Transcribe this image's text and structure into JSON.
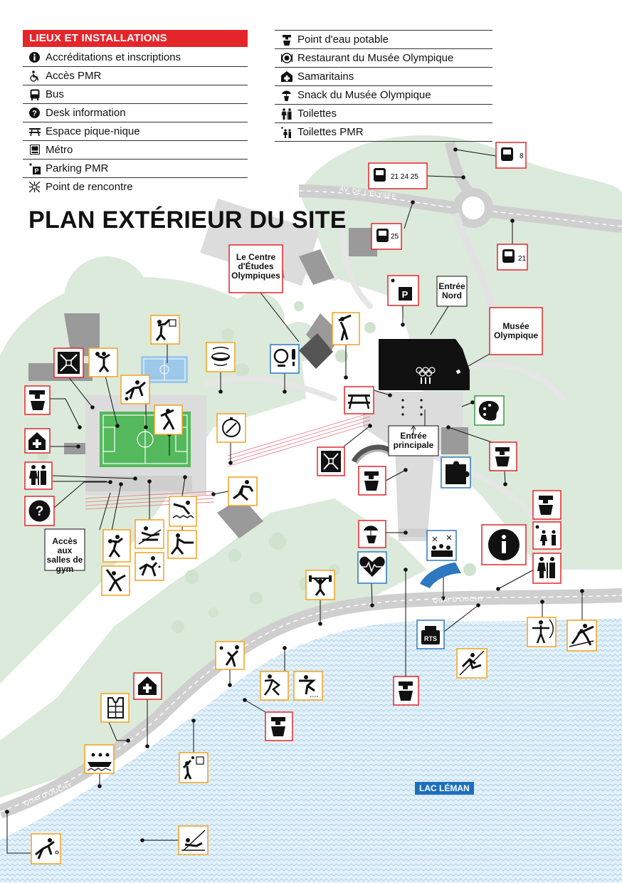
{
  "title": "PLAN EXTÉRIEUR DU SITE",
  "legend": {
    "header": "LIEUX ET INSTALLATIONS",
    "left": [
      {
        "icon": "info-icon",
        "label": "Accréditations et inscriptions"
      },
      {
        "icon": "wheelchair-icon",
        "label": "Accès PMR"
      },
      {
        "icon": "bus-icon",
        "label": "Bus"
      },
      {
        "icon": "question-icon",
        "label": "Desk information"
      },
      {
        "icon": "picnic-table-icon",
        "label": "Espace pique-nique"
      },
      {
        "icon": "metro-icon",
        "label": "Métro"
      },
      {
        "icon": "parking-pmr-icon",
        "label": "Parking PMR"
      },
      {
        "icon": "meeting-point-icon",
        "label": "Point de rencontre"
      }
    ],
    "right": [
      {
        "icon": "water-tap-icon",
        "label": "Point d'eau potable"
      },
      {
        "icon": "restaurant-icon",
        "label": "Restaurant du Musée Olympique"
      },
      {
        "icon": "first-aid-icon",
        "label": "Samaritains"
      },
      {
        "icon": "snack-icon",
        "label": "Snack du Musée Olympique"
      },
      {
        "icon": "toilets-icon",
        "label": "Toilettes"
      },
      {
        "icon": "toilets-pmr-icon",
        "label": "Toilettes PMR"
      }
    ]
  },
  "map": {
    "labels": {
      "centre_etudes": "Le Centre d'Études Olympiques",
      "entree_nord": "Entrée Nord",
      "musee": "Musée Olympique",
      "entree_principale": "Entrée principale",
      "acces_salles": "Accès aux salles de gym",
      "lac": "LAC LÉMAN",
      "road_elysee": "AV. DE L'ÉLYSÉE",
      "road_ouchy_1": "QUAI D'OUCHY",
      "road_ouchy_2": "QUAI D'OUCHY"
    },
    "bus_stops": [
      "8",
      "21 24 25",
      "25",
      "21"
    ],
    "colors": {
      "red": "#e4262b",
      "orange": "#f4a21c",
      "blue": "#2e78c0",
      "green": "#3a9a44",
      "park": "#dbeadb",
      "water": "#d7ebf6",
      "building": "#9a9a9a"
    }
  }
}
